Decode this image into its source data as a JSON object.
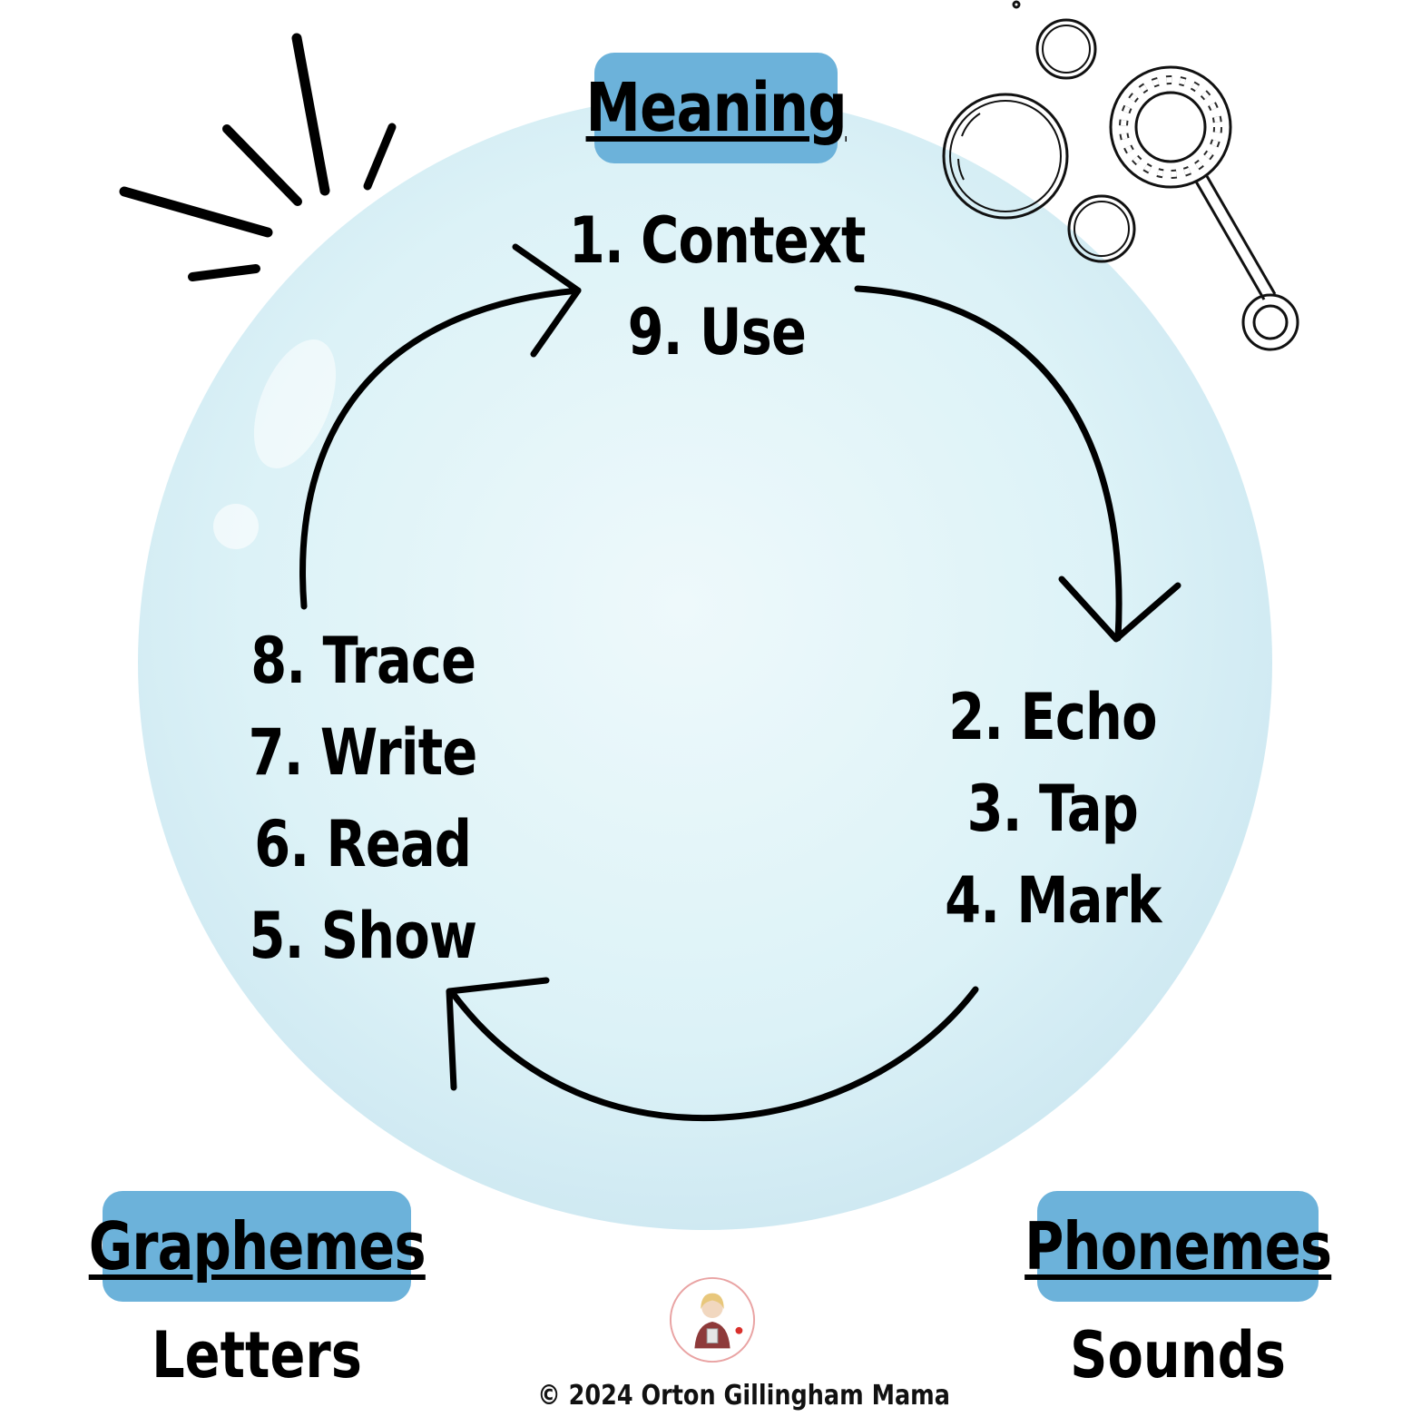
{
  "nodes": {
    "meaning": {
      "heading": "Meaning",
      "steps": [
        "1. Context",
        "9. Use"
      ]
    },
    "phonemes": {
      "heading": "Phonemes",
      "caption": "Sounds",
      "steps": [
        "2. Echo",
        "3. Tap",
        "4. Mark"
      ]
    },
    "graphemes": {
      "heading": "Graphemes",
      "caption": "Letters",
      "steps": [
        "8. Trace",
        "7. Write",
        "6. Read",
        "5. Show"
      ]
    }
  },
  "footer": {
    "copyright": "© 2024 Orton Gillingham Mama"
  },
  "colors": {
    "label_box": "#6cb2da",
    "bubble": "#d6eff7",
    "ink": "#000000"
  },
  "icons": [
    "bubble-wand-icon",
    "soap-bubble-icon",
    "burst-lines-icon",
    "brand-logo-icon"
  ]
}
